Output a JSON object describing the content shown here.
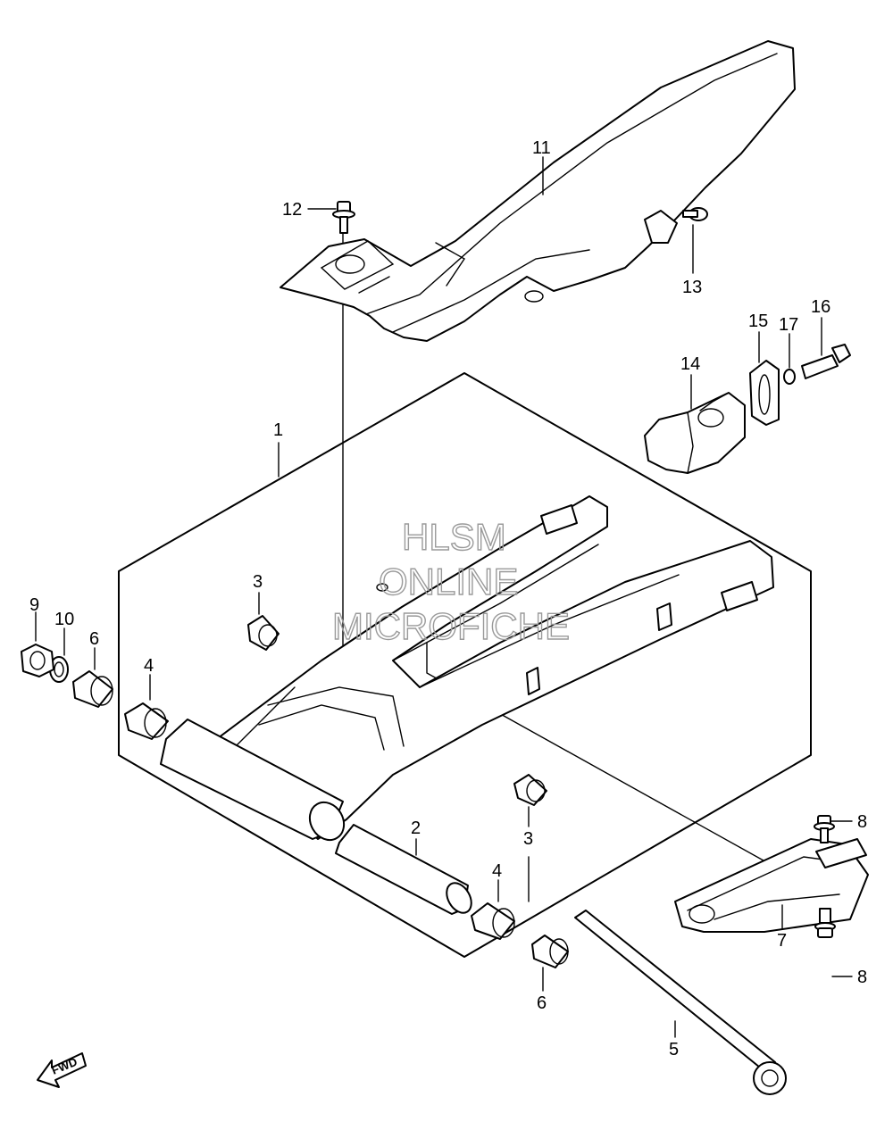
{
  "callouts": {
    "c1": "1",
    "c2": "2",
    "c3a": "3",
    "c3b": "3",
    "c4a": "4",
    "c4b": "4",
    "c5": "5",
    "c6a": "6",
    "c6b": "6",
    "c7": "7",
    "c8a": "8",
    "c8b": "8",
    "c9": "9",
    "c10": "10",
    "c11": "11",
    "c12": "12",
    "c13": "13",
    "c14": "14",
    "c15": "15",
    "c16": "16",
    "c17": "17"
  },
  "watermark": {
    "line1": "HLSM",
    "line2": "ONLINE",
    "line3": "MICROFICHE"
  },
  "fwd_label": "FWD"
}
